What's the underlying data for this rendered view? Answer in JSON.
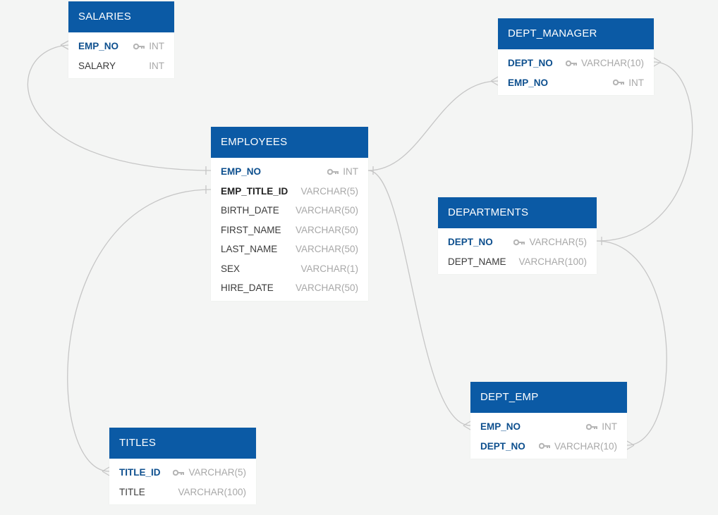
{
  "colors": {
    "header": "#0b5aa5",
    "line": "#c6c6c6",
    "key_field": "#0d4f8e"
  },
  "entities": {
    "salaries": {
      "name": "SALARIES",
      "fields": [
        {
          "name": "EMP_NO",
          "type": "INT",
          "pk": true
        },
        {
          "name": "SALARY",
          "type": "INT",
          "pk": false
        }
      ]
    },
    "dept_manager": {
      "name": "DEPT_MANAGER",
      "fields": [
        {
          "name": "DEPT_NO",
          "type": "VARCHAR(10)",
          "pk": true
        },
        {
          "name": "EMP_NO",
          "type": "INT",
          "pk": true
        }
      ]
    },
    "employees": {
      "name": "EMPLOYEES",
      "fields": [
        {
          "name": "EMP_NO",
          "type": "INT",
          "pk": true
        },
        {
          "name": "EMP_TITLE_ID",
          "type": "VARCHAR(5)",
          "pk": false
        },
        {
          "name": "BIRTH_DATE",
          "type": "VARCHAR(50)",
          "pk": false
        },
        {
          "name": "FIRST_NAME",
          "type": "VARCHAR(50)",
          "pk": false
        },
        {
          "name": "LAST_NAME",
          "type": "VARCHAR(50)",
          "pk": false
        },
        {
          "name": "SEX",
          "type": "VARCHAR(1)",
          "pk": false
        },
        {
          "name": "HIRE_DATE",
          "type": "VARCHAR(50)",
          "pk": false
        }
      ]
    },
    "departments": {
      "name": "DEPARTMENTS",
      "fields": [
        {
          "name": "DEPT_NO",
          "type": "VARCHAR(5)",
          "pk": true
        },
        {
          "name": "DEPT_NAME",
          "type": "VARCHAR(100)",
          "pk": false
        }
      ]
    },
    "dept_emp": {
      "name": "DEPT_EMP",
      "fields": [
        {
          "name": "EMP_NO",
          "type": "INT",
          "pk": true
        },
        {
          "name": "DEPT_NO",
          "type": "VARCHAR(10)",
          "pk": true
        }
      ]
    },
    "titles": {
      "name": "TITLES",
      "fields": [
        {
          "name": "TITLE_ID",
          "type": "VARCHAR(5)",
          "pk": true
        },
        {
          "name": "TITLE",
          "type": "VARCHAR(100)",
          "pk": false
        }
      ]
    }
  }
}
